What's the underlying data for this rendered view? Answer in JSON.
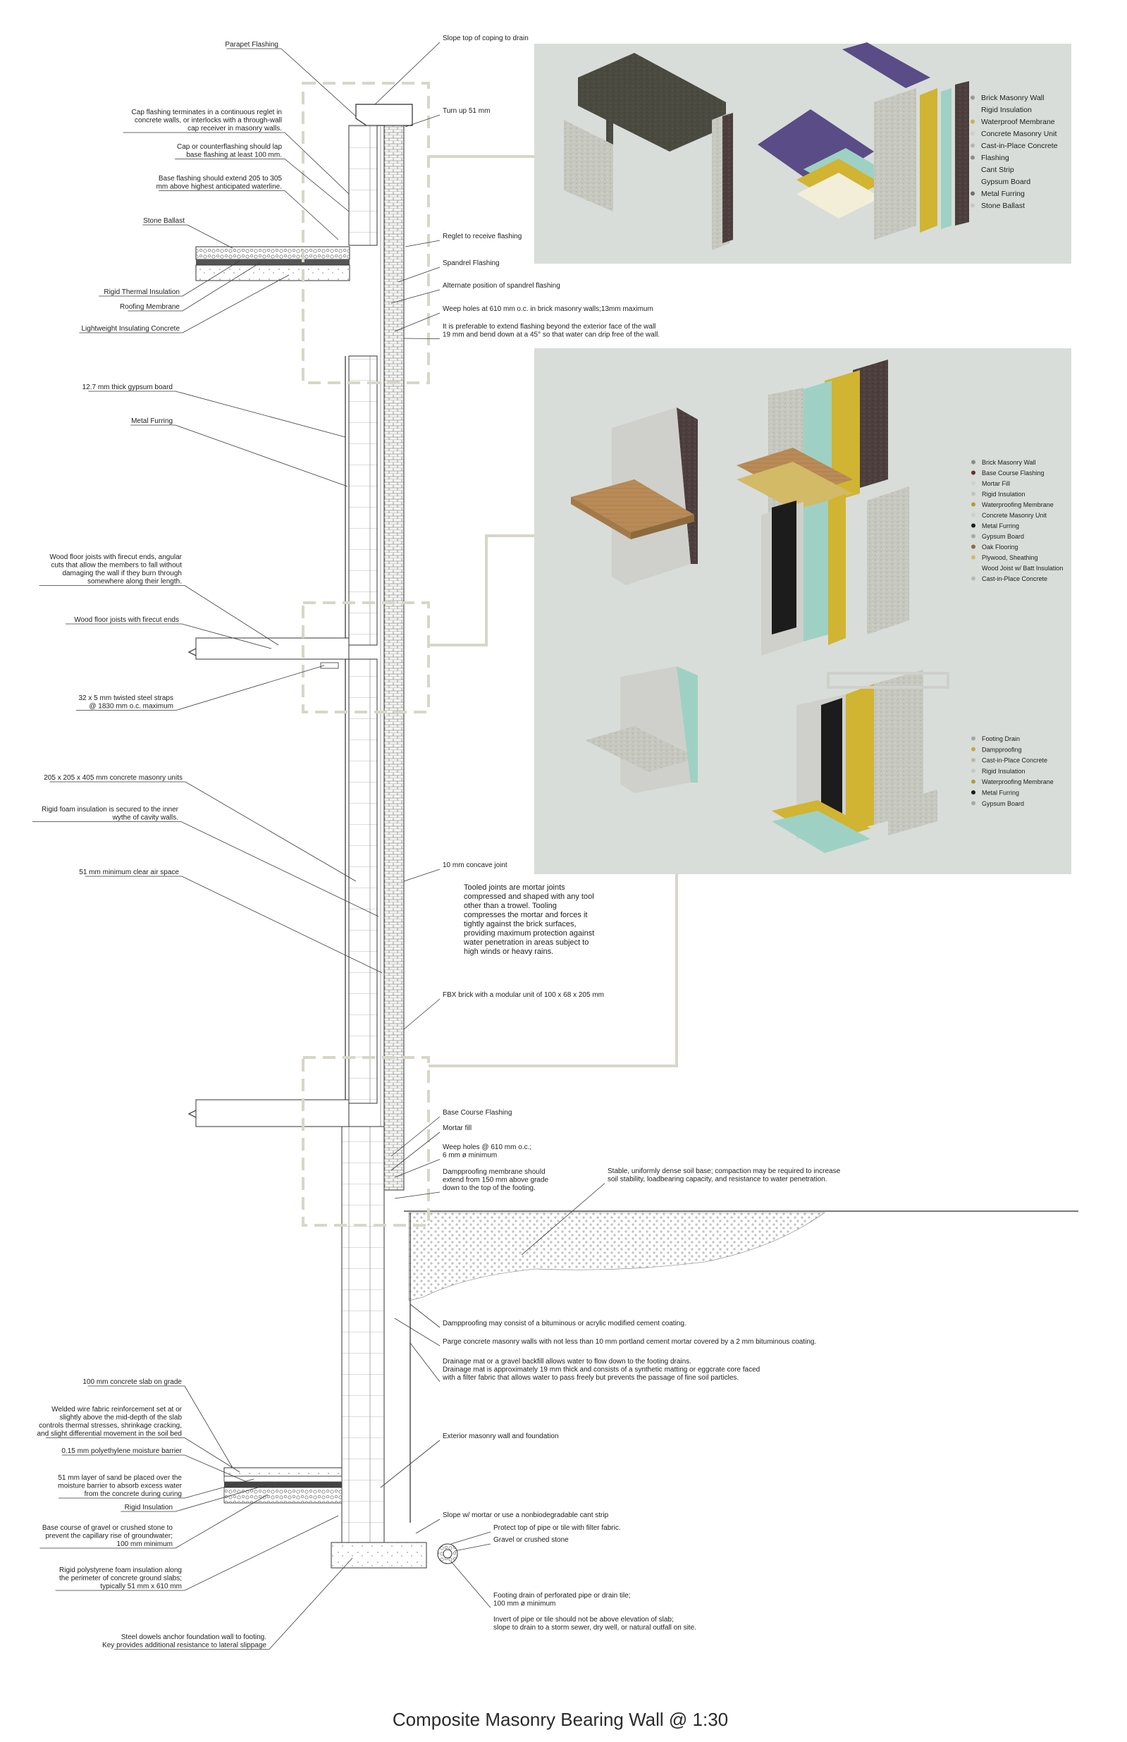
{
  "title": "Composite Masonry Bearing Wall @ 1:30",
  "left_labels": [
    {
      "id": "parapet-flashing",
      "lines": [
        "Parapet Flashing"
      ]
    },
    {
      "id": "cap-flashing-note",
      "lines": [
        "Cap flashing terminates in a continuous reglet in",
        "concrete walls, or interlocks with a through-wall",
        "cap receiver in masonry walls."
      ]
    },
    {
      "id": "cap-lap-note",
      "lines": [
        "Cap or counterflashing should lap",
        "base flashing at least 100 mm."
      ]
    },
    {
      "id": "base-flashing-note",
      "lines": [
        "Base flashing should extend 205 to 305",
        "mm above highest anticipated waterline."
      ]
    },
    {
      "id": "stone-ballast",
      "lines": [
        "Stone Ballast"
      ]
    },
    {
      "id": "rigid-thermal-insulation",
      "lines": [
        "Rigid  Thermal Insulation"
      ]
    },
    {
      "id": "roofing-membrane",
      "lines": [
        "Roofing Membrane"
      ]
    },
    {
      "id": "lightweight-concrete",
      "lines": [
        "Lightweight Insulating Concrete"
      ]
    },
    {
      "id": "gypsum-board",
      "lines": [
        "12.7 mm thick gypsum board"
      ]
    },
    {
      "id": "metal-furring",
      "lines": [
        "Metal Furring"
      ]
    },
    {
      "id": "wood-joists-fall",
      "lines": [
        "Wood floor joists with firecut ends, angular",
        "cuts that allow the members to fall without",
        "damaging the wall if they burn through",
        "somewhere along their length."
      ]
    },
    {
      "id": "wood-joists",
      "lines": [
        "Wood floor joists with firecut ends"
      ]
    },
    {
      "id": "steel-straps",
      "lines": [
        "32 x 5 mm twisted steel straps",
        "@ 1830 mm o.c. maximum"
      ]
    },
    {
      "id": "cmu",
      "lines": [
        "205 x 205 x 405 mm concrete masonry units"
      ]
    },
    {
      "id": "rigid-foam",
      "lines": [
        "Rigid foam insulation is secured to the inner",
        "wythe of cavity walls."
      ]
    },
    {
      "id": "air-space",
      "lines": [
        "51 mm minimum clear air space"
      ]
    },
    {
      "id": "slab-on-grade",
      "lines": [
        "100 mm concrete slab on grade"
      ]
    },
    {
      "id": "wire-fabric",
      "lines": [
        "Welded wire fabric reinforcement set at or",
        "slightly above the mid-depth of the slab",
        "controls thermal stresses, shrinkage cracking,",
        "and slight differential movement in the soil bed"
      ]
    },
    {
      "id": "moisture-barrier",
      "lines": [
        "0.15 mm polyethylene moisture barrier"
      ]
    },
    {
      "id": "sand-layer",
      "lines": [
        "51 mm layer of sand be placed over the",
        "moisture barrier to absorb excess water",
        "from the concrete during curing"
      ]
    },
    {
      "id": "rigid-insulation",
      "lines": [
        "Rigid Insulation"
      ]
    },
    {
      "id": "gravel-base",
      "lines": [
        "Base course of gravel or crushed stone to",
        "prevent the capillary rise of groundwater;",
        "100 mm minimum"
      ]
    },
    {
      "id": "polystyrene",
      "lines": [
        "Rigid polystyrene foam insulation along",
        "the perimeter of concrete ground slabs;",
        "typically 51 mm x 610 mm"
      ]
    },
    {
      "id": "steel-dowels",
      "lines": [
        "Steel dowels anchor foundation wall to footing.",
        "Key provides additional resistance to lateral slippage"
      ]
    }
  ],
  "right_labels": [
    {
      "id": "coping-slope",
      "lines": [
        "Slope top of coping to drain"
      ]
    },
    {
      "id": "turn-up",
      "lines": [
        "Turn up 51 mm"
      ]
    },
    {
      "id": "reglet",
      "lines": [
        "Reglet to receive flashing"
      ]
    },
    {
      "id": "spandrel",
      "lines": [
        "Spandrel Flashing"
      ]
    },
    {
      "id": "alt-spandrel",
      "lines": [
        "Alternate position of spandrel flashing"
      ]
    },
    {
      "id": "weep-holes",
      "lines": [
        "Weep holes at 610 mm o.c. in brick masonry walls;13mm maximum"
      ]
    },
    {
      "id": "extend-flashing",
      "lines": [
        "It is preferable to extend flashing beyond the exterior face of the wall",
        "19 mm and bend down at a 45° so that water can drip free of the wall."
      ]
    },
    {
      "id": "concave-joint",
      "lines": [
        "10 mm concave joint"
      ]
    },
    {
      "id": "tooled-joints",
      "lines": [
        "Tooled joints are mortar joints",
        "compressed and shaped with any tool",
        "other than a trowel. Tooling",
        "compresses the mortar and forces it",
        "tightly against the brick surfaces,",
        "providing maximum protection against",
        "water penetration in areas subject to",
        "high winds or heavy rains."
      ]
    },
    {
      "id": "fbx-brick",
      "lines": [
        "FBX brick with a modular unit of 100 x 68 x 205 mm"
      ]
    },
    {
      "id": "base-course-flashing",
      "lines": [
        "Base Course Flashing"
      ]
    },
    {
      "id": "mortar-fill",
      "lines": [
        "Mortar fill"
      ]
    },
    {
      "id": "weep-holes-2",
      "lines": [
        "Weep holes @ 610 mm o.c.;",
        "6 mm ø minimum"
      ]
    },
    {
      "id": "dampproof-membrane",
      "lines": [
        "Dampproofing membrane should",
        "extend from 150 mm above grade",
        "down to the top of the footing."
      ]
    },
    {
      "id": "soil-base",
      "lines": [
        "Stable, uniformly dense soil base; compaction may be required to increase",
        "soil stability, loadbearing capacity, and resistance to water penetration."
      ]
    },
    {
      "id": "dampproof-coating",
      "lines": [
        "Dampproofing may consist of a bituminous or acrylic modified cement coating."
      ]
    },
    {
      "id": "parge",
      "lines": [
        "Parge concrete masonry walls with not less than 10 mm portland cement mortar covered by a 2 mm bituminous coating."
      ]
    },
    {
      "id": "drainage-mat",
      "lines": [
        "Drainage mat or a gravel backfill allows water to flow down to the footing drains.",
        "Drainage mat is approximately 19 mm thick and consists of a synthetic matting or eggcrate core faced",
        "with a filter fabric that allows water to pass freely but prevents the passage of fine soil particles."
      ]
    },
    {
      "id": "exterior-wall",
      "lines": [
        "Exterior masonry wall and foundation"
      ]
    },
    {
      "id": "cant-strip",
      "lines": [
        "Slope w/ mortar or use a nonbiodegradable cant strip"
      ]
    },
    {
      "id": "protect-pipe",
      "lines": [
        "Protect top of pipe or tile with filter fabric."
      ]
    },
    {
      "id": "gravel-stone",
      "lines": [
        "Gravel or crushed stone"
      ]
    },
    {
      "id": "footing-drain",
      "lines": [
        "Footing drain of perforated pipe or drain tile;",
        "100 mm ø minimum"
      ]
    },
    {
      "id": "invert",
      "lines": [
        "Invert of pipe or tile should not be above elevation of slab;",
        "slope to drain to a storm sewer, dry well, or natural outfall on site."
      ]
    }
  ],
  "legends": {
    "top": [
      {
        "label": "Brick Masonry Wall",
        "color": "#9a9a94"
      },
      {
        "label": "Rigid Insulation",
        "color": null
      },
      {
        "label": "Waterproof Membrane",
        "color": "#c9b24a"
      },
      {
        "label": "Concrete Masonry Unit",
        "color": "#cfcfc8"
      },
      {
        "label": "Cast-in-Place Concrete",
        "color": "#b5b6ae"
      },
      {
        "label": "Flashing",
        "color": "#8d8d88"
      },
      {
        "label": "Cant Strip",
        "color": null
      },
      {
        "label": "Gypsum Board",
        "color": null
      },
      {
        "label": "Metal Furring",
        "color": "#6f6f6c"
      },
      {
        "label": "Stone Ballast",
        "color": "#c8c8c2"
      }
    ],
    "middle": [
      {
        "label": "Brick Masonry Wall",
        "color": "#8e8a86"
      },
      {
        "label": "Base Course Flashing",
        "color": "#6b2c2a"
      },
      {
        "label": "Mortar Fill",
        "color": "#d2d2cc"
      },
      {
        "label": "Rigid Insulation",
        "color": "#c4c4be"
      },
      {
        "label": "Waterproofing Membrane",
        "color": "#b79a2c"
      },
      {
        "label": "Concrete Masonry Unit",
        "color": "#cfcfc8"
      },
      {
        "label": "Metal Furring",
        "color": "#1e1e1e"
      },
      {
        "label": "Gypsum Board",
        "color": "#a9a9a4"
      },
      {
        "label": "Oak Flooring",
        "color": "#8d6a3c"
      },
      {
        "label": "Plywood, Sheathing",
        "color": "#d3ba67"
      },
      {
        "label": "Wood Joist w/ Batt Insulation",
        "color": "#dcdcd6"
      },
      {
        "label": "Cast-in-Place Concrete",
        "color": "#b9bab2"
      }
    ],
    "bottom": [
      {
        "label": "Footing Drain",
        "color": "#a7a7a2"
      },
      {
        "label": "Dampproofing",
        "color": "#c8a73c"
      },
      {
        "label": "Cast-in-Place Concrete",
        "color": "#b8b9b1"
      },
      {
        "label": "Rigid Insulation",
        "color": "#c8c8c2"
      },
      {
        "label": "Waterproofing Membrane",
        "color": "#a6a23a"
      },
      {
        "label": "Metal Furring",
        "color": "#1c1c1c"
      },
      {
        "label": "Gypsum Board",
        "color": "#a8a8a3"
      }
    ]
  },
  "colors": {
    "panel_bg": "#d8ddd9",
    "callout": "#d8d6c8",
    "purple_membrane": "#5a4c86",
    "teal_insulation": "#9ed1c4",
    "yellow_membrane": "#d1b431",
    "brick_dark": "#4a3c39",
    "oak": "#b98b57"
  }
}
